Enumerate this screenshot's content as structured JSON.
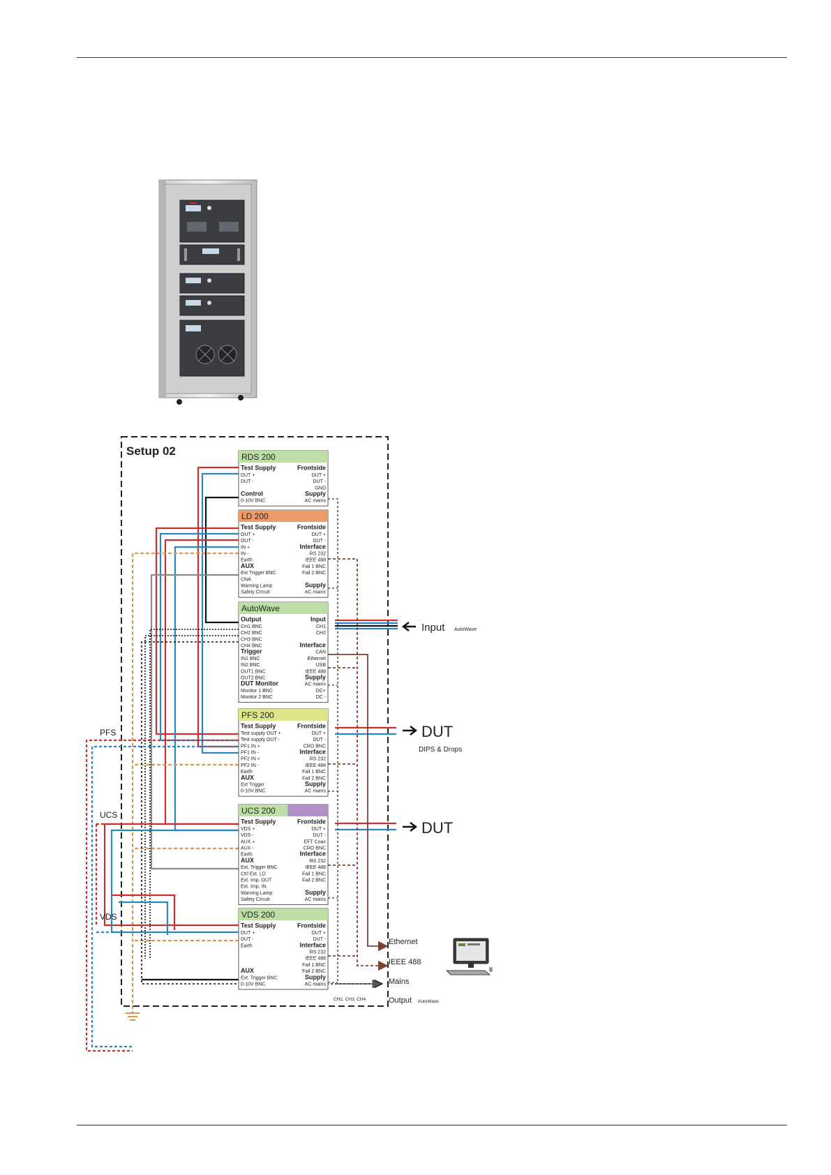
{
  "setup_title": "Setup 02",
  "colors": {
    "red": "#c8312f",
    "blue": "#2b86c0",
    "black": "#111111",
    "orange": "#e09645",
    "gray": "#8a8a8a",
    "brown": "#7a4432",
    "frame": "#222222"
  },
  "modules": {
    "rds": {
      "title": "RDS 200",
      "header_color": "#bddfa6",
      "left": [
        {
          "t": "Test Supply",
          "h": true
        },
        {
          "t": "DUT +"
        },
        {
          "t": "DUT -"
        },
        {
          "t": ""
        },
        {
          "t": "Control",
          "h": true
        },
        {
          "t": "0-10V BNC"
        }
      ],
      "right": [
        {
          "t": "Frontside",
          "h": true
        },
        {
          "t": "DUT +"
        },
        {
          "t": "DUT -"
        },
        {
          "t": "GND"
        },
        {
          "t": "Supply",
          "h": true
        },
        {
          "t": "AC mains"
        }
      ]
    },
    "ld": {
      "title": "LD 200",
      "header_color": "#ef9a6b",
      "left": [
        {
          "t": "Test Supply",
          "h": true
        },
        {
          "t": "OUT +"
        },
        {
          "t": "OUT -"
        },
        {
          "t": "IN +"
        },
        {
          "t": "IN -"
        },
        {
          "t": "Earth"
        },
        {
          "t": "AUX",
          "h": true
        },
        {
          "t": "Ext Trigger BNC"
        },
        {
          "t": "CNA"
        },
        {
          "t": "Warning Lamp"
        },
        {
          "t": "Safety Circuit"
        }
      ],
      "right": [
        {
          "t": "Frontside",
          "h": true
        },
        {
          "t": "DUT +"
        },
        {
          "t": "DUT -"
        },
        {
          "t": "Interface",
          "h": true
        },
        {
          "t": "RS 232"
        },
        {
          "t": "IEEE 488"
        },
        {
          "t": "Fail 1 BNC"
        },
        {
          "t": "Fail 2 BNC"
        },
        {
          "t": ""
        },
        {
          "t": "Supply",
          "h": true
        },
        {
          "t": "AC mains"
        }
      ]
    },
    "autowave": {
      "title": "AutoWave",
      "header_color": "#bddfa6",
      "left": [
        {
          "t": "Output",
          "h": true
        },
        {
          "t": "CH1 BNC"
        },
        {
          "t": "CH2 BNC"
        },
        {
          "t": "CH3 BNC"
        },
        {
          "t": "CH4 BNC"
        },
        {
          "t": "Trigger",
          "h": true
        },
        {
          "t": "IN1 BNC"
        },
        {
          "t": "IN2 BNC"
        },
        {
          "t": "OUT1 BNC"
        },
        {
          "t": "OUT2 BNC"
        },
        {
          "t": "DUT Monitor",
          "h": true
        },
        {
          "t": "Monitor 1 BNC"
        },
        {
          "t": "Monitor 2 BNC"
        }
      ],
      "right": [
        {
          "t": "Input",
          "h": true
        },
        {
          "t": "CH1"
        },
        {
          "t": "CH2"
        },
        {
          "t": ""
        },
        {
          "t": "Interface",
          "h": true
        },
        {
          "t": "CAN"
        },
        {
          "t": "Ethernet"
        },
        {
          "t": "USB"
        },
        {
          "t": "IEEE 488"
        },
        {
          "t": "Supply",
          "h": true
        },
        {
          "t": "AC mains"
        },
        {
          "t": "DC+"
        },
        {
          "t": "DC -"
        }
      ]
    },
    "pfs": {
      "title": "PFS 200",
      "header_color": "#dde68a",
      "left": [
        {
          "t": "Test Supply",
          "h": true
        },
        {
          "t": "Test supply OUT +"
        },
        {
          "t": "Test supply OUT -"
        },
        {
          "t": "PF1 IN +"
        },
        {
          "t": "PF1 IN -"
        },
        {
          "t": "PF2 IN +"
        },
        {
          "t": "PF2 IN -"
        },
        {
          "t": "Earth"
        },
        {
          "t": "AUX",
          "h": true
        },
        {
          "t": "Ext Trigger"
        },
        {
          "t": "0-10V BNC"
        }
      ],
      "right": [
        {
          "t": "Frontside",
          "h": true
        },
        {
          "t": "DUT +"
        },
        {
          "t": "DUT -"
        },
        {
          "t": "CRO BNC"
        },
        {
          "t": "Interface",
          "h": true
        },
        {
          "t": "RS 232"
        },
        {
          "t": "IEEE 488"
        },
        {
          "t": "Fail 1 BNC"
        },
        {
          "t": "Fail 2 BNC"
        },
        {
          "t": "Supply",
          "h": true
        },
        {
          "t": "AC mains"
        }
      ]
    },
    "ucs": {
      "title": "UCS 200",
      "header_color": "#bddfa6",
      "left": [
        {
          "t": "Test Supply",
          "h": true
        },
        {
          "t": "VDS +"
        },
        {
          "t": "VDS -"
        },
        {
          "t": "AUX +"
        },
        {
          "t": "AUX -"
        },
        {
          "t": "Earth"
        },
        {
          "t": "AUX",
          "h": true
        },
        {
          "t": "Ext. Trigger BNC"
        },
        {
          "t": "Ctrl Ext. LD"
        },
        {
          "t": "Ext. Imp. OUT"
        },
        {
          "t": "Ext. Imp. IN"
        },
        {
          "t": "Warning Lamp"
        },
        {
          "t": "Safety Circuit"
        }
      ],
      "right": [
        {
          "t": "Frontside",
          "h": true
        },
        {
          "t": "DUT +"
        },
        {
          "t": "DUT -"
        },
        {
          "t": "EFT Coax"
        },
        {
          "t": "CRO BNC"
        },
        {
          "t": "Interface",
          "h": true
        },
        {
          "t": "RS 232"
        },
        {
          "t": "IEEE 488"
        },
        {
          "t": "Fail 1 BNC"
        },
        {
          "t": "Fail 2 BNC"
        },
        {
          "t": ""
        },
        {
          "t": "Supply",
          "h": true
        },
        {
          "t": "AC mains"
        }
      ]
    },
    "vds": {
      "title": "VDS 200",
      "header_color": "#bddfa6",
      "left": [
        {
          "t": "Test Supply",
          "h": true
        },
        {
          "t": "DUT +"
        },
        {
          "t": "DUT -"
        },
        {
          "t": "Earth"
        },
        {
          "t": ""
        },
        {
          "t": ""
        },
        {
          "t": ""
        },
        {
          "t": "AUX",
          "h": true
        },
        {
          "t": "Ext. Trigger BNC"
        },
        {
          "t": "0-10V BNC"
        }
      ],
      "right": [
        {
          "t": "Frontside",
          "h": true
        },
        {
          "t": "DUT +"
        },
        {
          "t": "DUT -"
        },
        {
          "t": "Interface",
          "h": true
        },
        {
          "t": "RS 232"
        },
        {
          "t": "IEEE 488"
        },
        {
          "t": "Fail 1 BNC"
        },
        {
          "t": "Fail 2 BNC"
        },
        {
          "t": "Supply",
          "h": true
        },
        {
          "t": "AC mains"
        }
      ]
    }
  },
  "external": {
    "input": "Input",
    "input_sub": "AutoWave",
    "dut1": "DUT",
    "dut1_sub": "DIPS & Drops",
    "dut2": "DUT",
    "pfs": "PFS",
    "ucs": "UCS",
    "vds": "VDS",
    "ethernet": "Ethernet",
    "ieee": "IEEE 488",
    "mains": "Mains",
    "output": "Output",
    "output_sub": "AutoWave",
    "channels": "CH2, CH3, CH4"
  }
}
